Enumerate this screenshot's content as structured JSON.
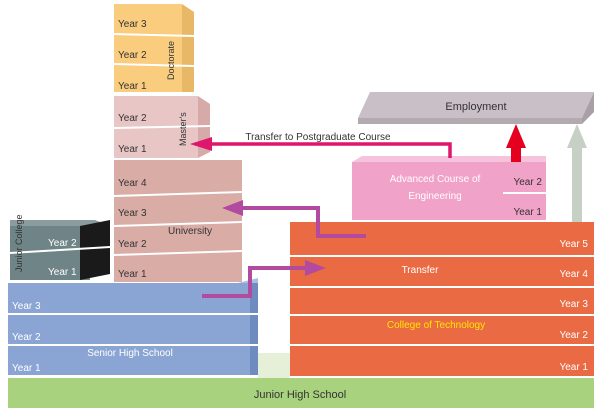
{
  "colors": {
    "doctorate": "#f9cc7e",
    "masters": "#e8c6c6",
    "university": "#d9aca6",
    "junior_college": "#6f8486",
    "senior_high": "#8aa4d3",
    "technology": "#ea6b43",
    "advanced": "#f1a2c8",
    "employment": "#c9bfc6",
    "junior_high": "#a8d27e",
    "arrow_purple": "#b24b9f",
    "arrow_pink": "#e0156c",
    "arrow_red": "#e5001f",
    "arrow_gray": "#c7d0c5"
  },
  "doctorate": {
    "label": "Doctorate",
    "years": [
      "Year 3",
      "Year 2",
      "Year 1"
    ]
  },
  "masters": {
    "label": "Master's",
    "years": [
      "Year 2",
      "Year 1"
    ]
  },
  "university": {
    "label": "University",
    "years": [
      "Year 4",
      "Year 3",
      "Year 2",
      "Year 1"
    ]
  },
  "junior_college": {
    "label": "Junior College",
    "years": [
      "Year 2",
      "Year 1"
    ]
  },
  "senior_high": {
    "label": "Senior High School",
    "years": [
      "Year 3",
      "Year 2",
      "Year 1"
    ]
  },
  "technology": {
    "label": "College of Technology",
    "transfer_label": "Transfer",
    "years": [
      "Year 5",
      "Year 4",
      "Year 3",
      "Year 2",
      "Year 1"
    ]
  },
  "advanced": {
    "label_line1": "Advanced Course of",
    "label_line2": "Engineering",
    "years": [
      "Year 2",
      "Year 1"
    ]
  },
  "employment": {
    "label": "Employment"
  },
  "junior_high": {
    "label": "Junior High School"
  },
  "postgraduate_arrow": {
    "label": "Transfer to Postgraduate Course"
  }
}
